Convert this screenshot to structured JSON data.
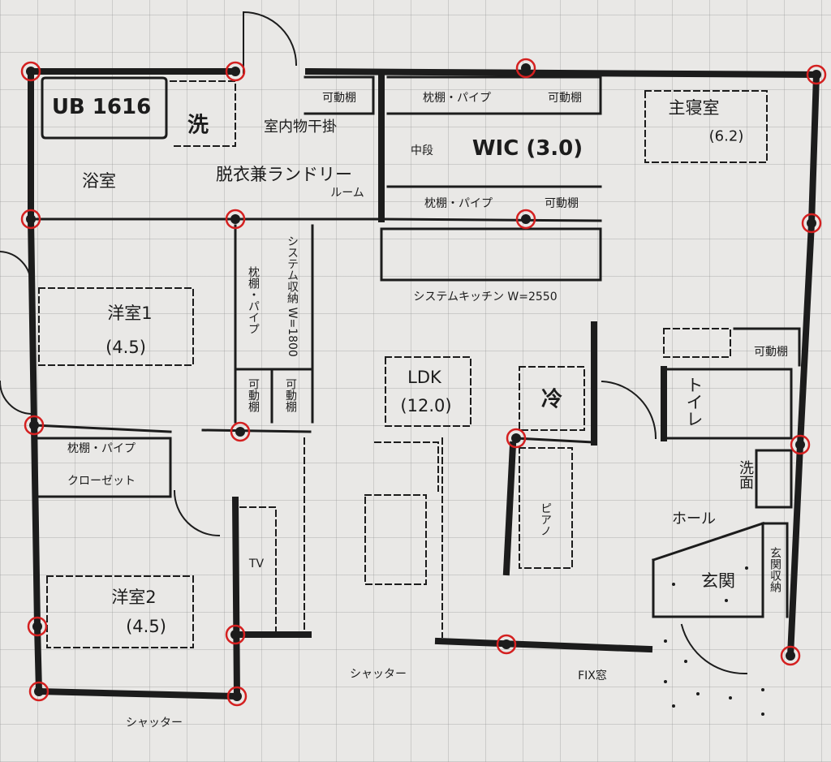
{
  "title": "Floor plan sketch",
  "colors": {
    "wall": "#1c1c1c",
    "pillar_marker": "#d42020",
    "paper": "#e9e8e6"
  },
  "rooms": {
    "ub": "UB 1616",
    "bath": "浴室",
    "wash_mark": "洗",
    "indoor_dryer": "室内物干掛",
    "laundry": "脱衣兼ランドリー",
    "laundry2": "ルーム",
    "wic": "WIC (3.0)",
    "wic_mid": "中段",
    "master": "主寝室",
    "master_size": "(6.2)",
    "kitchen": "システムキッチン W=2550",
    "room1": "洋室1",
    "room1_size": "(4.5)",
    "room2": "洋室2",
    "room2_size": "(4.5)",
    "ldk": "LDK",
    "ldk_size": "(12.0)",
    "fridge": "冷",
    "piano": "ピアノ",
    "tv": "TV",
    "toilet": "トイレ",
    "washroom": "洗面",
    "hall": "ホール",
    "entrance": "玄関",
    "entrance_storage": "玄関収納",
    "closet": "クローゼット",
    "system_storage": "システム収納 W=1800"
  },
  "storage": {
    "movable_shelf": "可動棚",
    "shelf_pipe": "枕棚・パイプ"
  },
  "windows": {
    "shutter": "シャッター",
    "fix": "FIX窓"
  },
  "pillars": 18
}
